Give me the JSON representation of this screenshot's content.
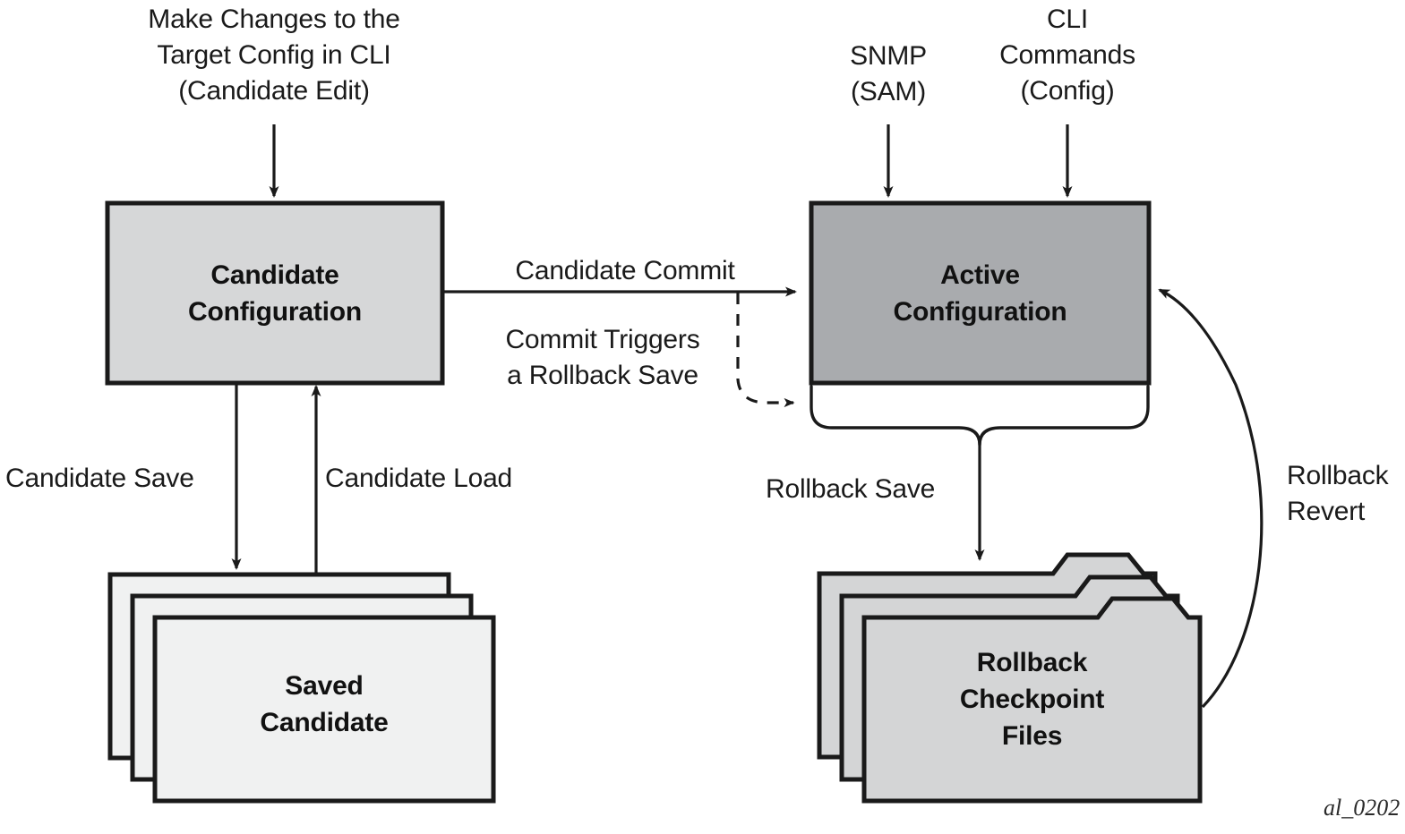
{
  "diagram": {
    "caption": "al_0202",
    "colors": {
      "stroke": "#1a1a1a",
      "candidate_fill": "#d6d7d8",
      "active_fill": "#a9abae",
      "saved_candidate_fill": "#f0f1f1",
      "rollback_folder_fill": "#d4d5d6",
      "background": "#ffffff"
    },
    "nodes": [
      {
        "id": "candidate-configuration",
        "label": "Candidate\nConfiguration",
        "shape": "rectangle",
        "fill": "#d6d7d8"
      },
      {
        "id": "active-configuration",
        "label": "Active\nConfiguration",
        "shape": "rectangle",
        "fill": "#a9abae"
      },
      {
        "id": "saved-candidate",
        "label": "Saved\nCandidate",
        "shape": "stacked-rectangles",
        "fill": "#f0f1f1"
      },
      {
        "id": "rollback-checkpoint-files",
        "label": "Rollback\nCheckpoint\nFiles",
        "shape": "stacked-folders",
        "fill": "#d4d5d6"
      }
    ],
    "inputs": [
      {
        "id": "make-changes-input",
        "label": "Make Changes to the\nTarget Config in CLI\n(Candidate Edit)",
        "target": "candidate-configuration"
      },
      {
        "id": "snmp-input",
        "label": "SNMP\n(SAM)",
        "target": "active-configuration"
      },
      {
        "id": "cli-commands-input",
        "label": "CLI\nCommands\n(Config)",
        "target": "active-configuration"
      }
    ],
    "edges": [
      {
        "id": "candidate-commit",
        "label": "Candidate Commit",
        "from": "candidate-configuration",
        "to": "active-configuration",
        "style": "solid"
      },
      {
        "id": "commit-triggers-rollback-save",
        "label": "Commit Triggers\na Rollback Save",
        "from": "candidate-commit",
        "to": "rollback-brace",
        "style": "dashed"
      },
      {
        "id": "candidate-save",
        "label": "Candidate Save",
        "from": "candidate-configuration",
        "to": "saved-candidate",
        "style": "solid"
      },
      {
        "id": "candidate-load",
        "label": "Candidate Load",
        "from": "saved-candidate",
        "to": "candidate-configuration",
        "style": "solid"
      },
      {
        "id": "rollback-save",
        "label": "Rollback Save",
        "from": "active-configuration",
        "to": "rollback-checkpoint-files",
        "style": "solid"
      },
      {
        "id": "rollback-revert",
        "label": "Rollback\nRevert",
        "from": "rollback-checkpoint-files",
        "to": "active-configuration",
        "style": "curved"
      }
    ]
  }
}
